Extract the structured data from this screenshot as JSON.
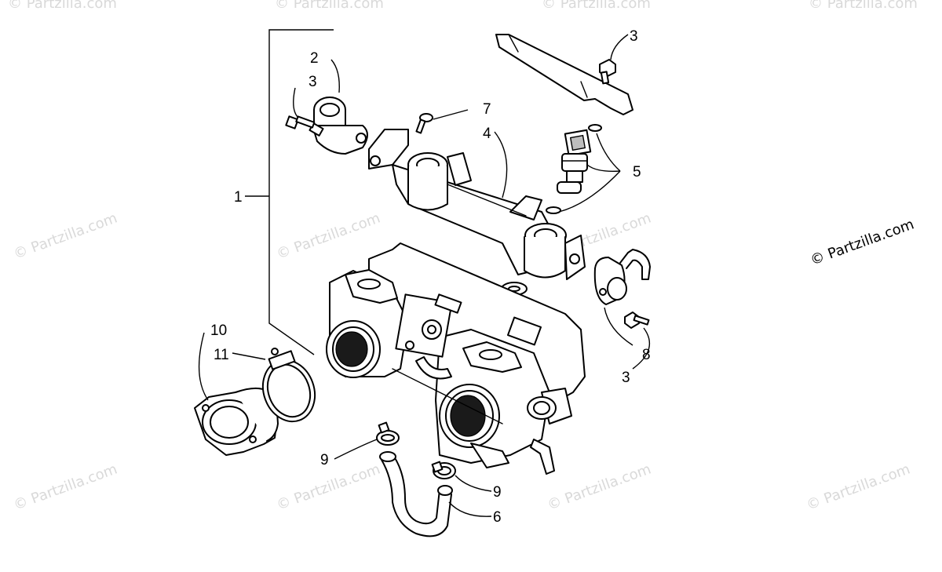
{
  "watermark": {
    "text": "© Partzilla.com",
    "featured_text": "© Partzilla.com"
  },
  "callouts": {
    "c1": "1",
    "c2": "2",
    "c3a": "3",
    "c3b": "3",
    "c3c": "3",
    "c4": "4",
    "c5": "5",
    "c6": "6",
    "c7": "7",
    "c8": "8",
    "c9a": "9",
    "c9b": "9",
    "c10": "10",
    "c11": "11"
  }
}
